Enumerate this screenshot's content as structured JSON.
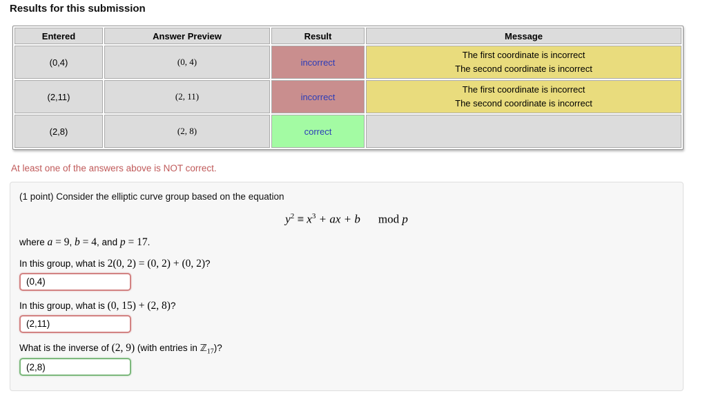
{
  "page": {
    "title": "Results for this submission",
    "warning": "At least one of the answers above is NOT correct."
  },
  "colors": {
    "incorrect_bg": "#c98e8e",
    "correct_bg": "#a3fba3",
    "message_bg": "#e9dc7d",
    "result_text": "#2b3cb8",
    "warning_text": "#c05a5a",
    "incorrect_input_border": "#d28282",
    "correct_input_border": "#7cb87c",
    "cell_bg": "#dcdcdc",
    "problem_box_bg": "#f7f7f7"
  },
  "results_table": {
    "headers": [
      "Entered",
      "Answer Preview",
      "Result",
      "Message"
    ],
    "rows": [
      {
        "entered": "(0,4)",
        "preview": "(0, 4)",
        "result": "incorrect",
        "status": "incorrect",
        "message_line1": "The first coordinate is incorrect",
        "message_line2": "The second coordinate is incorrect"
      },
      {
        "entered": "(2,11)",
        "preview": "(2, 11)",
        "result": "incorrect",
        "status": "incorrect",
        "message_line1": "The first coordinate is incorrect",
        "message_line2": "The second coordinate is incorrect"
      },
      {
        "entered": "(2,8)",
        "preview": "(2, 8)",
        "result": "correct",
        "status": "correct",
        "message_line1": "",
        "message_line2": ""
      }
    ]
  },
  "problem": {
    "intro": "(1 point) Consider the elliptic curve group based on the equation",
    "equation": {
      "y": "y",
      "y_exp": "2",
      "equiv": "≡",
      "x": "x",
      "x_exp": "3",
      "middle": " + ax + b",
      "mod": "mod",
      "p": "p"
    },
    "params": {
      "lead": "where ",
      "items": [
        {
          "sep": "",
          "v": "a",
          "r": " = 9"
        },
        {
          "sep": ", ",
          "v": "b",
          "r": " = 4"
        },
        {
          "sep": ", and ",
          "v": "p",
          "r": " = 17"
        }
      ],
      "end": "."
    },
    "questions": [
      {
        "prefix": "In this group, what is ",
        "math": "2(0, 2) = (0, 2) + (0, 2)",
        "mid": "",
        "zsym": "",
        "zsub": "",
        "suffix": "?",
        "input_value": "(0,4)",
        "status": "incorrect"
      },
      {
        "prefix": "In this group, what is ",
        "math": "(0, 15) + (2, 8)",
        "mid": "",
        "zsym": "",
        "zsub": "",
        "suffix": "?",
        "input_value": "(2,11)",
        "status": "incorrect"
      },
      {
        "prefix": "What is the inverse of ",
        "math": "(2, 9)",
        "mid": " (with entries in ",
        "zsym": "ℤ",
        "zsub": "17",
        "suffix": ")?",
        "input_value": "(2,8)",
        "status": "correct"
      }
    ]
  }
}
